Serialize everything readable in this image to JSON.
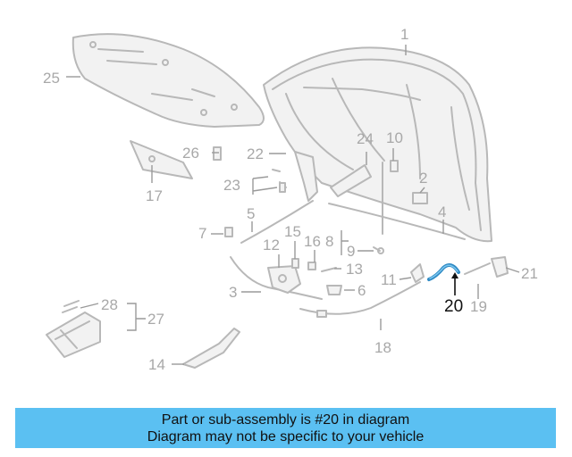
{
  "diagram": {
    "labels": [
      "1",
      "2",
      "3",
      "4",
      "5",
      "6",
      "7",
      "8",
      "9",
      "10",
      "11",
      "12",
      "13",
      "14",
      "15",
      "16",
      "17",
      "18",
      "19",
      "20",
      "21",
      "22",
      "23",
      "24",
      "25",
      "26",
      "27",
      "28"
    ],
    "highlighted_part": "20",
    "highlight_color": "#2f8ac4"
  },
  "banner": {
    "line1": "Part or sub-assembly is #20 in diagram",
    "line2": "Diagram may not be specific to your vehicle",
    "background": "#5bc0f2"
  }
}
